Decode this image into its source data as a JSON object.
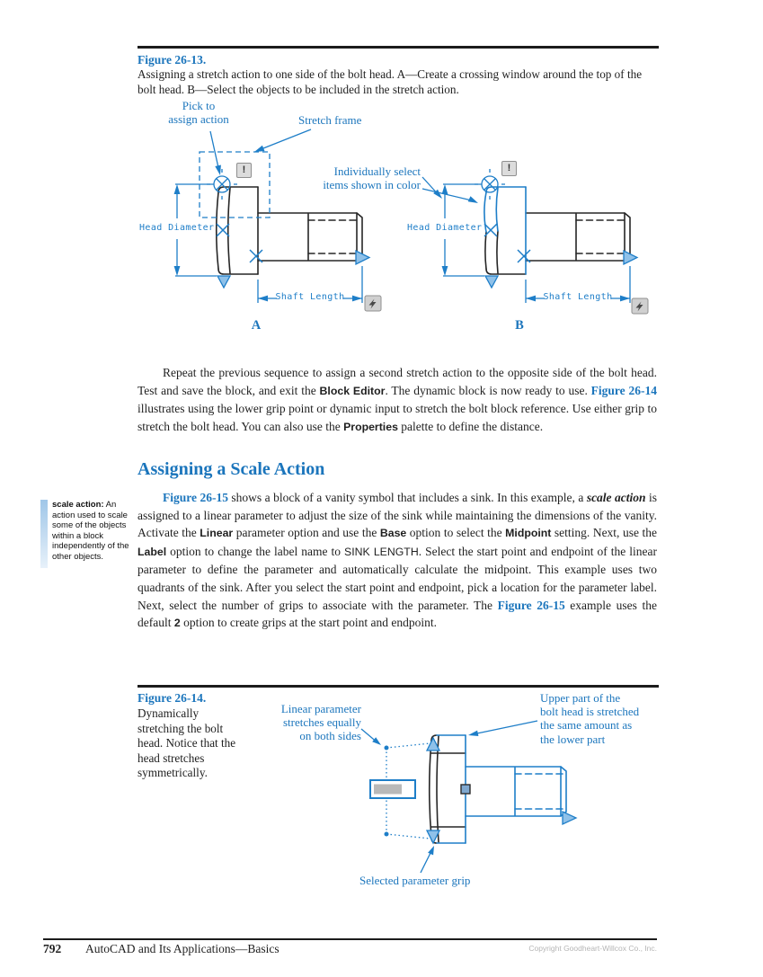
{
  "figure13": {
    "label": "Figure 26-13.",
    "caption": "Assigning a stretch action to one side of the bolt head. A—Create a crossing window around the top of the bolt head. B—Select the objects to be included in the stretch action.",
    "labels": {
      "pick_line1": "Pick to",
      "pick_line2": "assign action",
      "stretch_frame": "Stretch frame",
      "select_line1": "Individually select",
      "select_line2": "items shown in color",
      "head_diameter": "Head Diameter",
      "shaft_length": "Shaft Length",
      "marker_a": "A",
      "marker_b": "B",
      "alert_icon": "!"
    }
  },
  "paragraph1": [
    {
      "t": "Repeat the previous sequence to assign a second stretch action to the opposite side of the bolt head. Test and save the block, and exit the ",
      "s": "n"
    },
    {
      "t": "Block Editor",
      "s": "b"
    },
    {
      "t": ". The dynamic block is now ready to use. ",
      "s": "n"
    },
    {
      "t": "Figure 26-14",
      "s": "f"
    },
    {
      "t": " illustrates using the lower grip point or dynamic input to stretch the bolt block reference. Use either grip to stretch the bolt head. You can also use the ",
      "s": "n"
    },
    {
      "t": "Properties",
      "s": "b"
    },
    {
      "t": " palette to define the distance.",
      "s": "n"
    }
  ],
  "section": {
    "heading": "Assigning a Scale Action"
  },
  "margin_note": {
    "term": "scale action:",
    "definition": " An action used to scale some of the objects within a block independently of the other objects."
  },
  "paragraph2": [
    {
      "t": "Figure 26-15",
      "s": "f"
    },
    {
      "t": " shows a block of a vanity symbol that includes a sink. In this example, a ",
      "s": "n"
    },
    {
      "t": "scale action",
      "s": "i"
    },
    {
      "t": " is assigned to a linear parameter to adjust the size of the sink while maintaining the dimensions of the vanity. Activate the ",
      "s": "n"
    },
    {
      "t": "Linear",
      "s": "b"
    },
    {
      "t": " parameter option and use the ",
      "s": "n"
    },
    {
      "t": "Base",
      "s": "b"
    },
    {
      "t": " option to select the ",
      "s": "n"
    },
    {
      "t": "Midpoint",
      "s": "b"
    },
    {
      "t": " setting. Next, use the ",
      "s": "n"
    },
    {
      "t": "Label",
      "s": "b"
    },
    {
      "t": " option to change the label name to ",
      "s": "n"
    },
    {
      "t": "SINK LENGTH",
      "s": "c"
    },
    {
      "t": ". Select the start point and endpoint of the linear parameter to define the parameter and automatically calculate the midpoint. This example uses two quadrants of the sink. After you select the start point and endpoint, pick a location for the parameter label. Next, select the number of grips to associate with the parameter. The ",
      "s": "n"
    },
    {
      "t": "Figure 26-15",
      "s": "f"
    },
    {
      "t": " example uses the default ",
      "s": "n"
    },
    {
      "t": "2",
      "s": "b"
    },
    {
      "t": " option to create grips at the start point and endpoint.",
      "s": "n"
    }
  ],
  "figure14": {
    "label": "Figure 26-14.",
    "caption": "Dynamically stretching the bolt head. Notice that the head stretches symmetrically.",
    "labels": {
      "linear_line1": "Linear parameter",
      "linear_line2": "stretches equally",
      "linear_line3": "on both sides",
      "upper_line1": "Upper part of the",
      "upper_line2": "bolt head is stretched",
      "upper_line3": "the same amount as",
      "upper_line4": "the lower part",
      "selected_grip": "Selected parameter grip"
    }
  },
  "footer": {
    "page_number": "792",
    "book_title": "AutoCAD and Its Applications—Basics",
    "copyright": "Copyright Goodheart-Willcox Co., Inc."
  },
  "colors": {
    "accent_blue": "#1B75BC",
    "cad_blue": "#1E7EC8",
    "grip_fill": "#8FC1E9",
    "line_black": "#262626"
  }
}
